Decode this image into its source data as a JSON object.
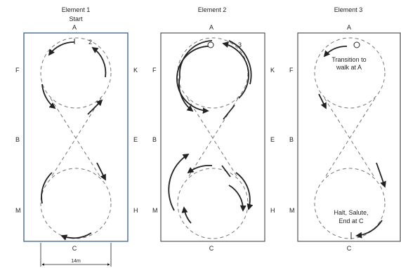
{
  "elements": [
    {
      "title": "Element 1",
      "subtitle": "Start",
      "letters": {
        "top": "A",
        "left_upper": "F",
        "right_upper": "K",
        "left_mid": "B",
        "right_mid": "E",
        "left_lower": "M",
        "right_lower": "H",
        "bottom": "C"
      },
      "marker_label": "2",
      "measure_label": "14m"
    },
    {
      "title": "Element 2",
      "letters": {
        "top": "A",
        "left_upper": "F",
        "right_upper": "K",
        "left_mid": "B",
        "right_mid": "E",
        "left_lower": "M",
        "right_lower": "H",
        "bottom": "C"
      },
      "marker_label": "3"
    },
    {
      "title": "Element 3",
      "letters": {
        "top": "A",
        "left_upper": "F",
        "left_mid": "B",
        "left_lower": "M",
        "bottom": "C"
      },
      "note_top": [
        "Transition to",
        "walk at A"
      ],
      "note_bottom": [
        "Halt, Salute,",
        "End at C"
      ]
    }
  ],
  "colors": {
    "line": "#222222",
    "arena_border_1": "#3a5f8f",
    "arena_border": "#333333",
    "dashed": "#777777"
  }
}
